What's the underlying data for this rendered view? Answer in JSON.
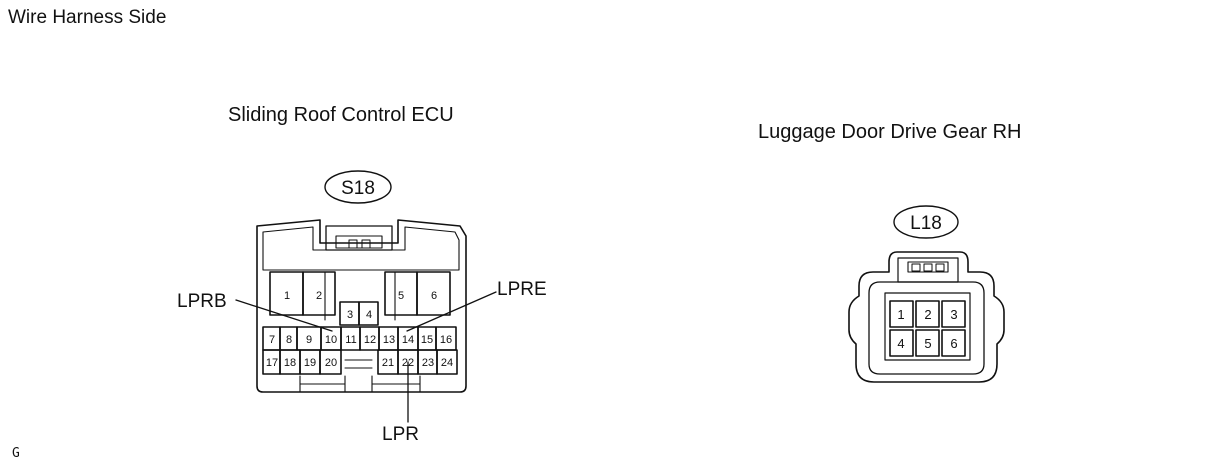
{
  "heading": "Wire Harness Side",
  "footer_mark": "G",
  "ecu": {
    "title": "Sliding Roof Control ECU",
    "code": "S18",
    "pins": [
      "1",
      "2",
      "3",
      "4",
      "5",
      "6",
      "7",
      "8",
      "9",
      "10",
      "11",
      "12",
      "13",
      "14",
      "15",
      "16",
      "17",
      "18",
      "19",
      "20",
      "21",
      "22",
      "23",
      "24"
    ],
    "wires": {
      "lprb": "LPRB",
      "lpre": "LPRE",
      "lpr": "LPR"
    }
  },
  "gear": {
    "title": "Luggage Door Drive Gear RH",
    "code": "L18",
    "pins": [
      "1",
      "2",
      "3",
      "4",
      "5",
      "6"
    ]
  }
}
